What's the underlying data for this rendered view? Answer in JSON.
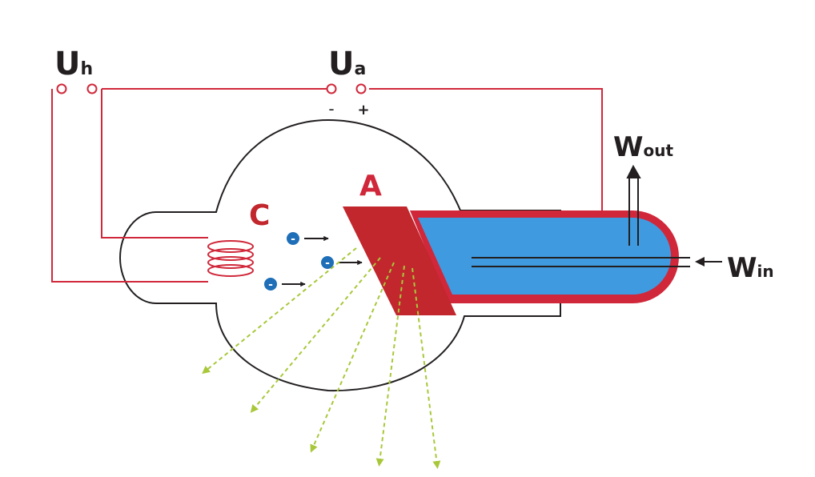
{
  "labels": {
    "heater_voltage": {
      "main": "U",
      "sub": "h"
    },
    "anode_voltage": {
      "main": "U",
      "sub": "a",
      "minus": "-",
      "plus": "+"
    },
    "cathode": "C",
    "anode": "A",
    "w_out": {
      "main": "W",
      "sub": "out"
    },
    "w_in": {
      "main": "W",
      "sub": "in"
    },
    "electron_sign": "-"
  },
  "colors": {
    "wire": "#d0283a",
    "anode": "#c1272d",
    "coolant": "#3f9ae0",
    "electron": "#1e6fb8",
    "xray": "#a8c83a",
    "outline": "#231f20",
    "text": "#231f20"
  }
}
